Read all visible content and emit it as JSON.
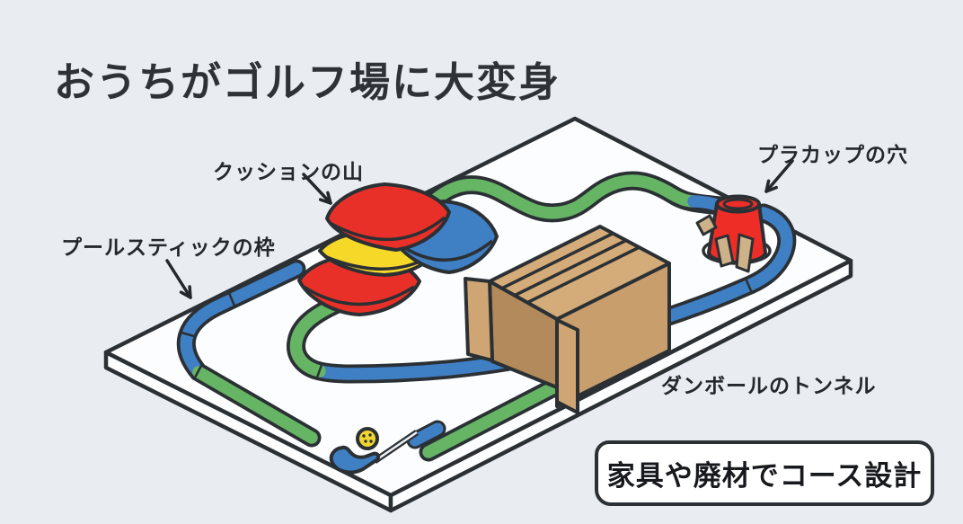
{
  "title": "おうちがゴルフ場に大変身",
  "callouts": {
    "cushion_label": "クッションの山",
    "cup_label": "プラカップの穴",
    "pool_stick_label": "プールスティックの枠",
    "tunnel_label": "ダンボールのトンネル"
  },
  "badge_label": "家具や廃材でコース設計",
  "scene": {
    "objects": [
      "isometric-floor-board",
      "pool-stick-course-frame",
      "cushion-pile",
      "cardboard-box-tunnel",
      "plastic-cup-hole",
      "masking-tape",
      "putter-club",
      "golf-ball"
    ],
    "colors": {
      "background": "#e9edf2",
      "outline": "#2b3034",
      "board_white": "#fcfdfe",
      "stick_blue": "#3f7fc4",
      "stick_green": "#66b565",
      "cushion_red": "#e93028",
      "cushion_yellow": "#f6d829",
      "cushion_blue": "#3f7fc4",
      "cup_red": "#ee2d27",
      "box_tan_top": "#d4ac7a",
      "box_tan_side": "#c79e6c",
      "box_tan_inside": "#b28a5c",
      "tape_beige": "#cdb189",
      "ball_yellow": "#f2d630",
      "text_dark": "#2e3237"
    }
  }
}
